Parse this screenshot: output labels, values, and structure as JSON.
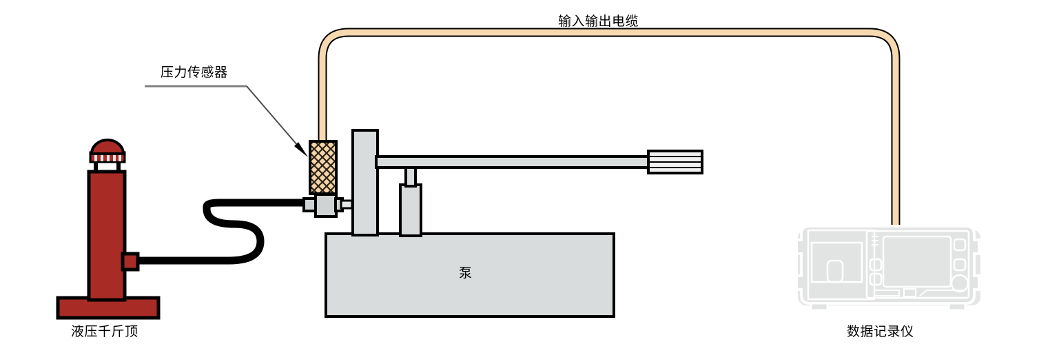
{
  "diagram": {
    "title_labels": {
      "cable": "输入输出电缆",
      "sensor": "压力传感器",
      "jack": "液压千斤顶",
      "logger": "数据记录仪",
      "pump": "泵"
    },
    "components": [
      {
        "name": "hydraulic-jack",
        "label": "液压千斤顶",
        "color": "#A82B26"
      },
      {
        "name": "pressure-sensor",
        "label": "压力传感器",
        "color": "#F5D5A8"
      },
      {
        "name": "pump",
        "label": "泵",
        "color": "#D9DCDC"
      },
      {
        "name": "data-logger",
        "label": "数据记录仪",
        "color": "#E2E4E4"
      },
      {
        "name": "io-cable",
        "label": "输入输出电缆",
        "color": "#F7D9B0"
      },
      {
        "name": "hydraulic-hose",
        "label": "",
        "color": "#000000"
      }
    ],
    "colors": {
      "jack_red": "#A82B26",
      "sensor_tan": "#F5D5A8",
      "cable_tan": "#F7D9B0",
      "metal_gray": "#D9DCDC",
      "logger_gray": "#E2E4E4",
      "outline": "#000000",
      "leader_gray": "#808080",
      "background": "#FFFFFF"
    }
  }
}
